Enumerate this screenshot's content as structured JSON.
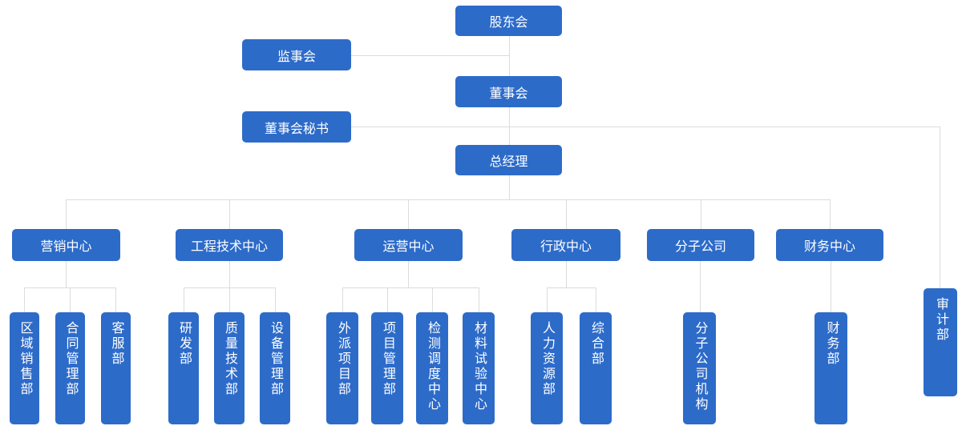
{
  "colors": {
    "node_fill": "#2d6bc9",
    "node_text": "#ffffff",
    "connector": "#dcdcdc",
    "background": "#ffffff"
  },
  "org_chart": {
    "type": "org-tree",
    "nodes": [
      {
        "id": "shareholders",
        "label": "股东会",
        "parent": null
      },
      {
        "id": "supervisory-board",
        "label": "监事会",
        "parent": "shareholders"
      },
      {
        "id": "board-of-directors",
        "label": "董事会",
        "parent": "shareholders"
      },
      {
        "id": "board-secretary",
        "label": "董事会秘书",
        "parent": "board-of-directors"
      },
      {
        "id": "general-manager",
        "label": "总经理",
        "parent": "board-of-directors"
      },
      {
        "id": "marketing-center",
        "label": "营销中心",
        "parent": "general-manager"
      },
      {
        "id": "engineering-center",
        "label": "工程技术中心",
        "parent": "general-manager"
      },
      {
        "id": "operations-center",
        "label": "运营中心",
        "parent": "general-manager"
      },
      {
        "id": "admin-center",
        "label": "行政中心",
        "parent": "general-manager"
      },
      {
        "id": "subsidiaries",
        "label": "分子公司",
        "parent": "general-manager"
      },
      {
        "id": "finance-center",
        "label": "财务中心",
        "parent": "general-manager"
      },
      {
        "id": "regional-sales",
        "label": "区域销售部",
        "parent": "marketing-center"
      },
      {
        "id": "contract-mgmt",
        "label": "合同管理部",
        "parent": "marketing-center"
      },
      {
        "id": "customer-service",
        "label": "客服部",
        "parent": "marketing-center"
      },
      {
        "id": "rd-dept",
        "label": "研发部",
        "parent": "engineering-center"
      },
      {
        "id": "quality-tech",
        "label": "质量技术部",
        "parent": "engineering-center"
      },
      {
        "id": "equipment-mgmt",
        "label": "设备管理部",
        "parent": "engineering-center"
      },
      {
        "id": "dispatch-projects",
        "label": "外派项目部",
        "parent": "operations-center"
      },
      {
        "id": "project-mgmt",
        "label": "项目管理部",
        "parent": "operations-center"
      },
      {
        "id": "testing-dispatch",
        "label": "检测调度中心",
        "parent": "operations-center"
      },
      {
        "id": "material-testing",
        "label": "材料试验中心",
        "parent": "operations-center"
      },
      {
        "id": "hr-dept",
        "label": "人力资源部",
        "parent": "admin-center"
      },
      {
        "id": "general-affairs",
        "label": "综合部",
        "parent": "admin-center"
      },
      {
        "id": "subsidiary-orgs",
        "label": "分子公司机构",
        "parent": "subsidiaries"
      },
      {
        "id": "finance-dept",
        "label": "财务部",
        "parent": "finance-center"
      },
      {
        "id": "audit-dept",
        "label": "审计部",
        "parent": "board-secretary"
      }
    ]
  }
}
